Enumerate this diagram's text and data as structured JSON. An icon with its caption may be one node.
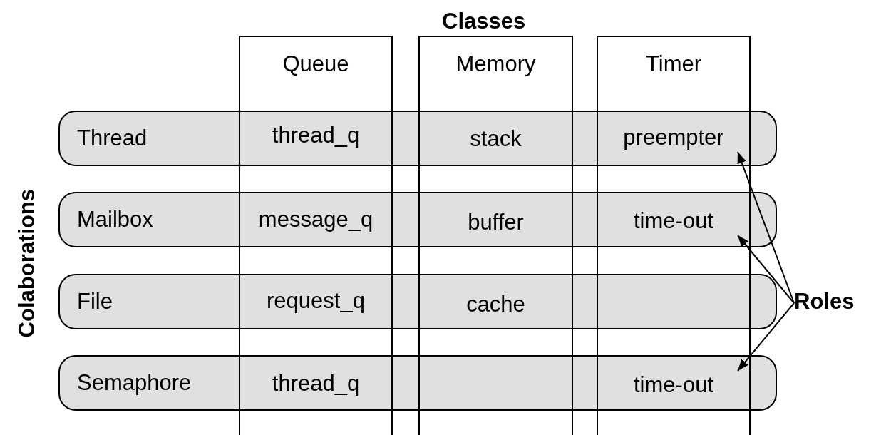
{
  "diagram": {
    "nodes": [
      {
        "text": [
          "Queue"
        ]
      },
      {
        "text": [
          "Memory"
        ]
      },
      {
        "text": [
          "Timer"
        ]
      },
      {
        "text": [
          "Thread"
        ]
      },
      {
        "text": [
          "Mailbox"
        ]
      },
      {
        "text": [
          "File"
        ]
      },
      {
        "text": [
          "Semaphore"
        ]
      },
      {
        "text": [
          "thread_q"
        ]
      },
      {
        "text": [
          "stack"
        ]
      },
      {
        "text": [
          "preempter"
        ]
      },
      {
        "text": [
          "message_q"
        ]
      },
      {
        "text": [
          "buffer"
        ]
      },
      {
        "text": [
          "time-out"
        ]
      },
      {
        "text": [
          "request_q"
        ]
      },
      {
        "text": [
          "cache"
        ]
      },
      {
        "text": [
          "thread_q"
        ]
      },
      {
        "text": [
          "time-out"
        ]
      },
      {
        "text": [
          "Roles"
        ]
      }
    ],
    "edges": [
      {
        "from": 17,
        "to": 9,
        "arrow": "to"
      },
      {
        "from": 17,
        "to": 12,
        "arrow": "to"
      },
      {
        "from": 17,
        "to": 16,
        "arrow": "to"
      }
    ],
    "labels": [
      "Classes",
      "Colaborations"
    ]
  }
}
